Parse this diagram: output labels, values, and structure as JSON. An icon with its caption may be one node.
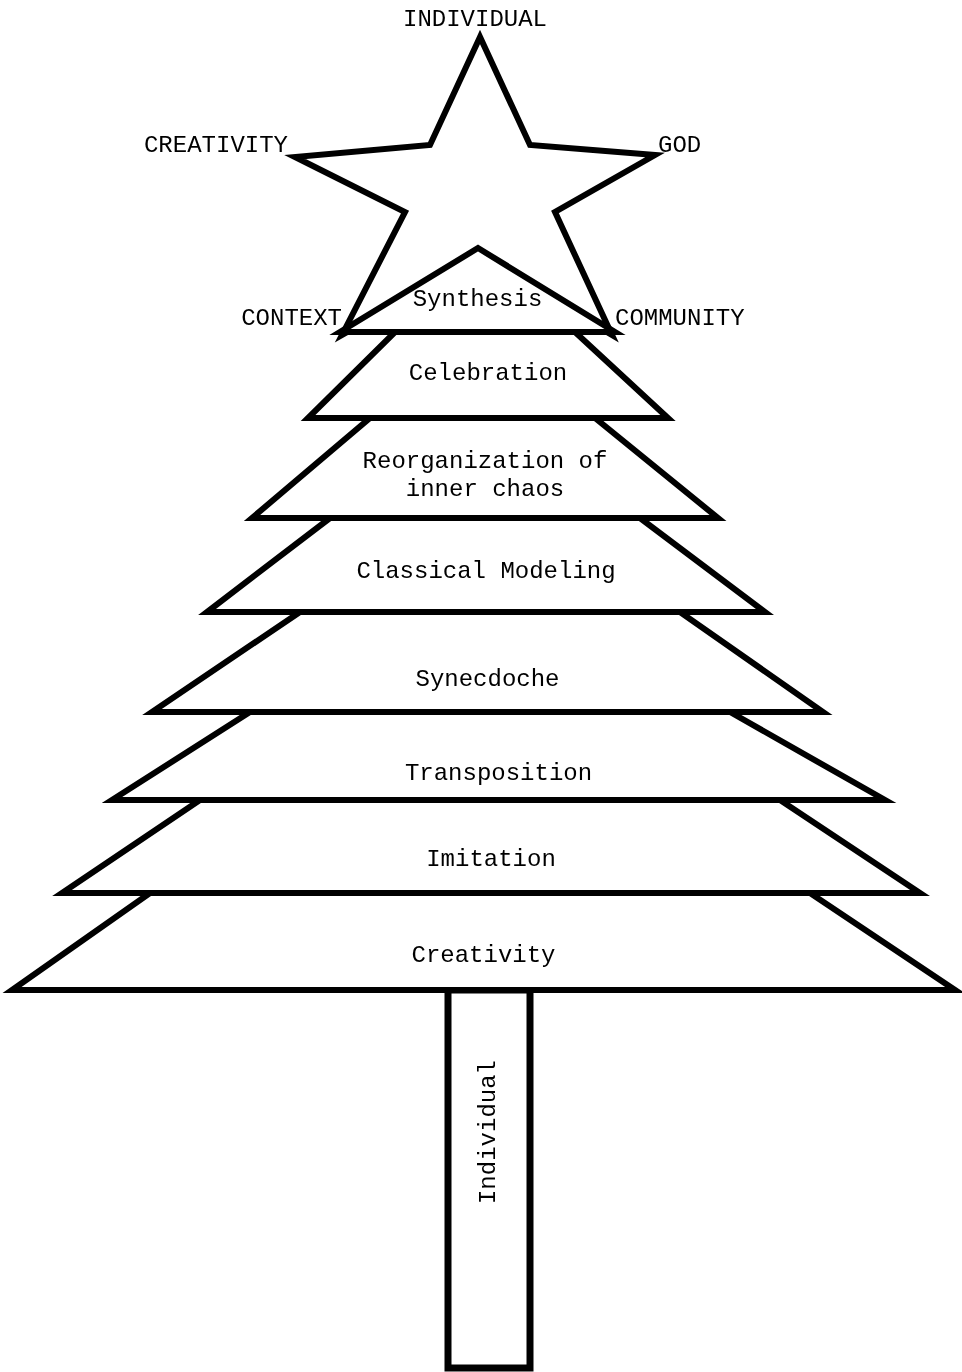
{
  "diagram": {
    "nodes": [
      {
        "text": [],
        "shape": "star",
        "beside": [
          "INDIVIDUAL",
          "CREATIVITY",
          "GOD",
          "CONTEXT",
          "COMMUNITY"
        ]
      },
      {
        "text": [
          "Synthesis"
        ]
      },
      {
        "text": [
          "Celebration"
        ]
      },
      {
        "text": [
          "Reorganization of inner chaos"
        ]
      },
      {
        "text": [
          "Classical Modeling"
        ]
      },
      {
        "text": [
          "Synecdoche"
        ]
      },
      {
        "text": [
          "Transposition"
        ]
      },
      {
        "text": [
          "Imitation"
        ]
      },
      {
        "text": [
          "Creativity"
        ]
      },
      {
        "text": [
          "Individual"
        ]
      }
    ]
  }
}
